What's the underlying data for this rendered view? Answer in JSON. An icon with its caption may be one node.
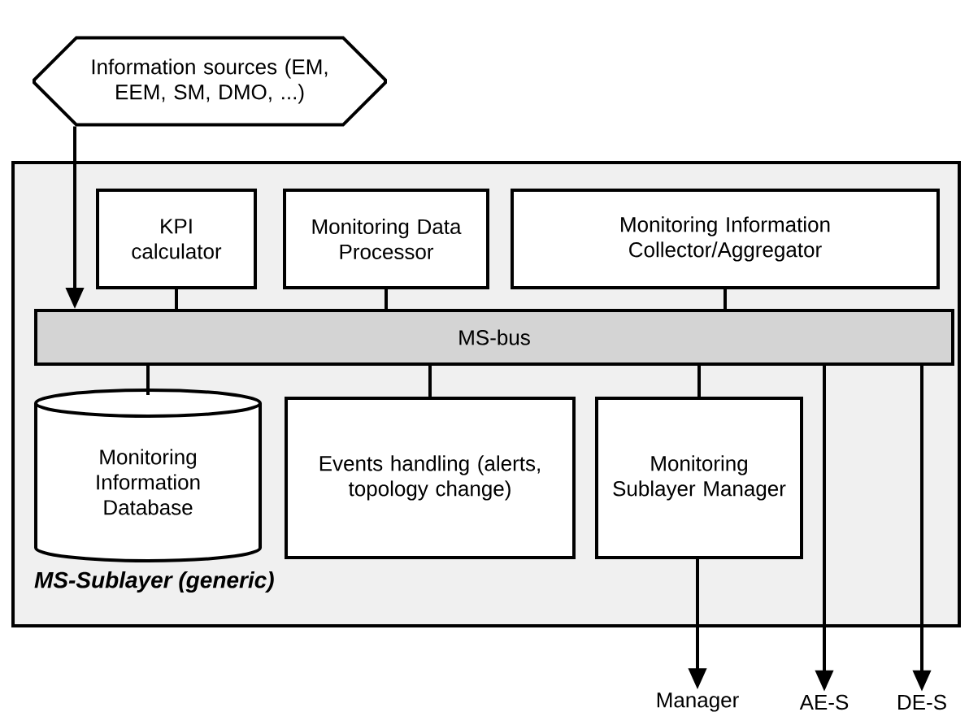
{
  "diagram": {
    "nodes": [
      {
        "text": [
          "Information sources (EM, EEM, SM, DMO, ...)"
        ]
      },
      {
        "text": [
          "MS-Sublayer (generic)"
        ]
      },
      {
        "text": [
          "KPI calculator"
        ],
        "in": 1
      },
      {
        "text": [
          "Monitoring Data Processor"
        ],
        "in": 1
      },
      {
        "text": [
          "Monitoring Information Collector/Aggregator"
        ],
        "in": 1
      },
      {
        "text": [
          "MS-bus"
        ],
        "in": 1
      },
      {
        "text": [
          "Monitoring Information Database"
        ],
        "in": 1
      },
      {
        "text": [
          "Events handling (alerts, topology change)"
        ],
        "in": 1
      },
      {
        "text": [
          "Monitoring Sublayer Manager"
        ],
        "in": 1
      },
      {
        "text": [
          "Manager"
        ]
      },
      {
        "text": [
          "AE-S"
        ]
      },
      {
        "text": [
          "DE-S"
        ]
      }
    ],
    "edges": [
      {
        "from": 0,
        "to": 5,
        "arrow": "to"
      },
      {
        "from": 2,
        "to": 5,
        "arrow": "none"
      },
      {
        "from": 3,
        "to": 5,
        "arrow": "none"
      },
      {
        "from": 4,
        "to": 5,
        "arrow": "none"
      },
      {
        "from": 5,
        "to": 6,
        "arrow": "none"
      },
      {
        "from": 5,
        "to": 7,
        "arrow": "none"
      },
      {
        "from": 5,
        "to": 8,
        "arrow": "none"
      },
      {
        "from": 8,
        "to": 9,
        "arrow": "to"
      },
      {
        "from": 5,
        "to": 10,
        "arrow": "to"
      },
      {
        "from": 5,
        "to": 11,
        "arrow": "to"
      }
    ]
  }
}
